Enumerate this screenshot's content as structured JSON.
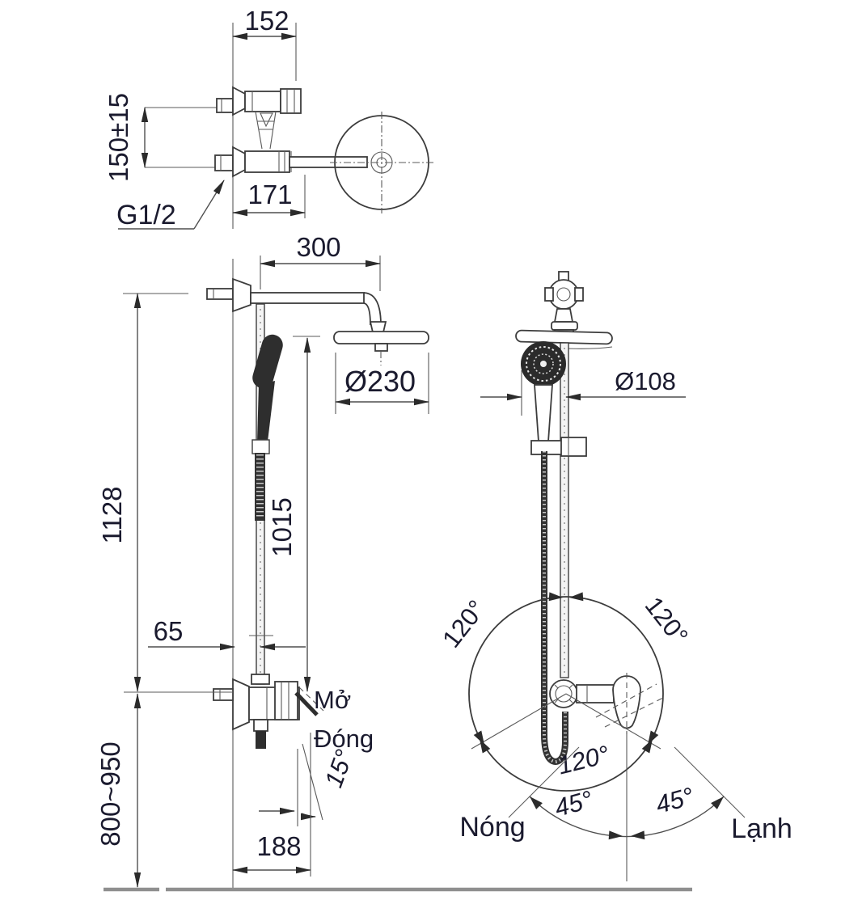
{
  "drawing_title": "shower-system-technical-drawing",
  "colors": {
    "line": "#3c3c3c",
    "dimension_line": "#4f4f4f",
    "text": "#1a1a2e",
    "floor": "#8f8f8f",
    "fixture_dark": "#2e2e2e",
    "background": "#ffffff"
  },
  "top_view": {
    "dim_width_top": "152",
    "dim_port_spacing": "150±15",
    "thread_label": "G1/2",
    "dim_width_bottom": "171"
  },
  "side_view": {
    "dim_arm_length": "300",
    "dim_head_diameter": "Ø230",
    "dim_total_height": "1128",
    "dim_bar_height": "1015",
    "dim_wall_offset": "65",
    "dim_install_height": "800~950",
    "dim_depth": "188",
    "label_open": "Mở",
    "label_close": "Đóng",
    "dim_handle_angle": "15°"
  },
  "front_view": {
    "dim_hand_shower_diameter": "Ø108",
    "rotation_angles": [
      "120°",
      "120°",
      "120°"
    ],
    "dim_hot_angle": "45°",
    "dim_cold_angle": "45°",
    "label_hot": "Nóng",
    "label_cold": "Lạnh"
  }
}
